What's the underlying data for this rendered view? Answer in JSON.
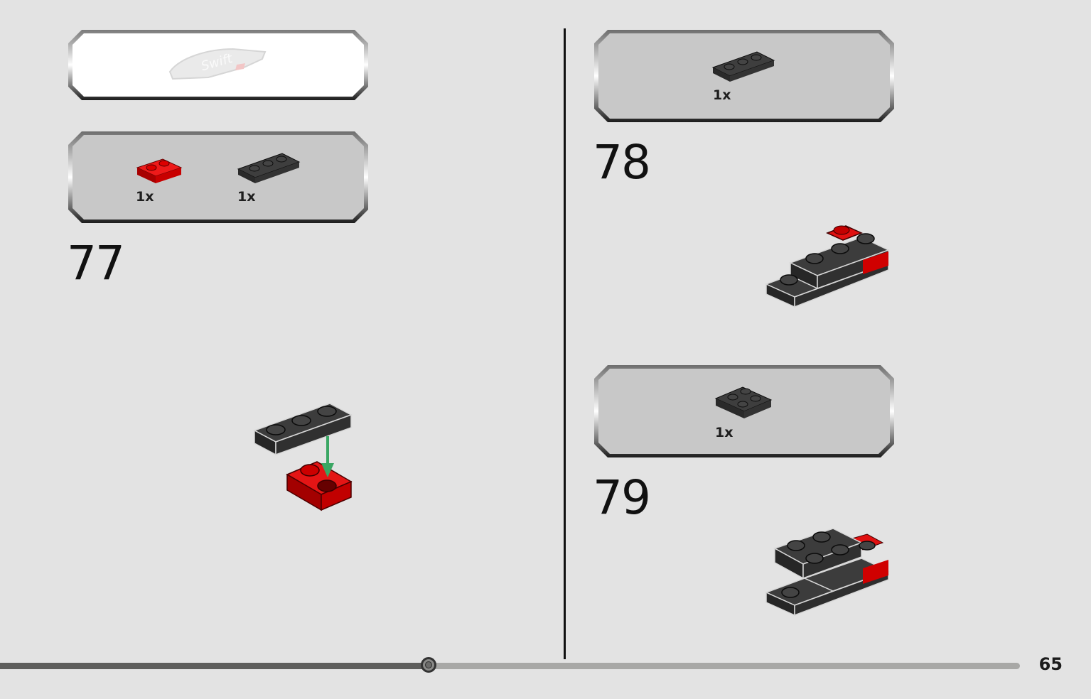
{
  "steps": [
    {
      "number": "77",
      "parts": [
        {
          "qty": "1x",
          "color": "#d40000"
        },
        {
          "qty": "1x",
          "color": "#3a3a3a"
        }
      ]
    },
    {
      "number": "78",
      "parts": [
        {
          "qty": "1x",
          "color": "#3a3a3a"
        }
      ]
    },
    {
      "number": "79",
      "parts": [
        {
          "qty": "1x",
          "color": "#3a3a3a"
        }
      ]
    }
  ],
  "colors": {
    "panel_bg": "#c8c8c8",
    "callout_bg": "#ffffff",
    "brick_red": "#d40000",
    "brick_black": "#3a3a3a",
    "arrow_green": "#3aa663"
  },
  "progress": {
    "fraction": 0.42
  },
  "page_number": "65"
}
